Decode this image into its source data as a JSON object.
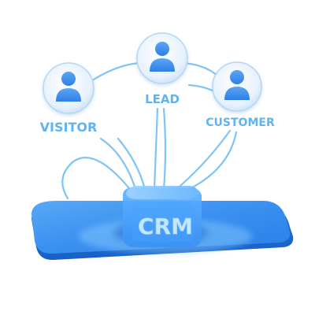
{
  "nodes": {
    "visitor": {
      "label": "VISITOR",
      "icon": "user-icon"
    },
    "lead": {
      "label": "LEAD",
      "icon": "user-icon"
    },
    "customer": {
      "label": "CUSTOMER",
      "icon": "user-icon"
    }
  },
  "hub": {
    "label": "CRM"
  },
  "colors": {
    "accent": "#3b8cf2",
    "line": "#7fc4f5",
    "platform": "#2f86ee",
    "label": "#5fb4ef",
    "hub_text": "#bfe2ff"
  }
}
